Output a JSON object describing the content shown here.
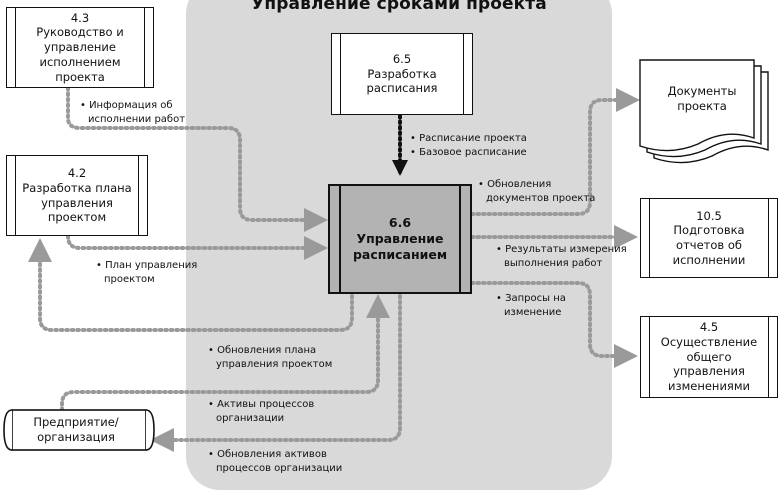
{
  "diagram": {
    "title": "Управление сроками проекта",
    "central": {
      "number": "6.6",
      "label": "Управление расписанием"
    },
    "nodes": {
      "n43": {
        "number": "4.3",
        "label": "Руководство и управление исполнением проекта"
      },
      "n42": {
        "number": "4.2",
        "label": "Разработка плана управления проектом"
      },
      "n65": {
        "number": "6.5",
        "label": "Разработка расписания"
      },
      "n105": {
        "number": "10.5",
        "label": "Подготовка отчетов об исполнении"
      },
      "n45": {
        "number": "4.5",
        "label": "Осуществление общего управления изменениями"
      },
      "docs": {
        "label": "Документы проекта"
      },
      "org": {
        "label": "Предприятие/ организация"
      }
    },
    "flows": {
      "work_info": [
        "Информация об",
        "исполнении работ"
      ],
      "schedule": [
        "Расписание проекта",
        "Базовое расписание"
      ],
      "doc_updates": [
        "Обновления",
        "документов проекта"
      ],
      "work_results": [
        "Результаты измерения",
        "выполнения работ"
      ],
      "change_requests": [
        "Запросы на",
        "изменение"
      ],
      "pm_plan": [
        "План управления",
        "проектом"
      ],
      "plan_updates": [
        "Обновления плана",
        "управления проектом"
      ],
      "org_assets": [
        "Активы процессов",
        "организации"
      ],
      "org_asset_updates": [
        "Обновления активов",
        "процессов организации"
      ]
    }
  }
}
